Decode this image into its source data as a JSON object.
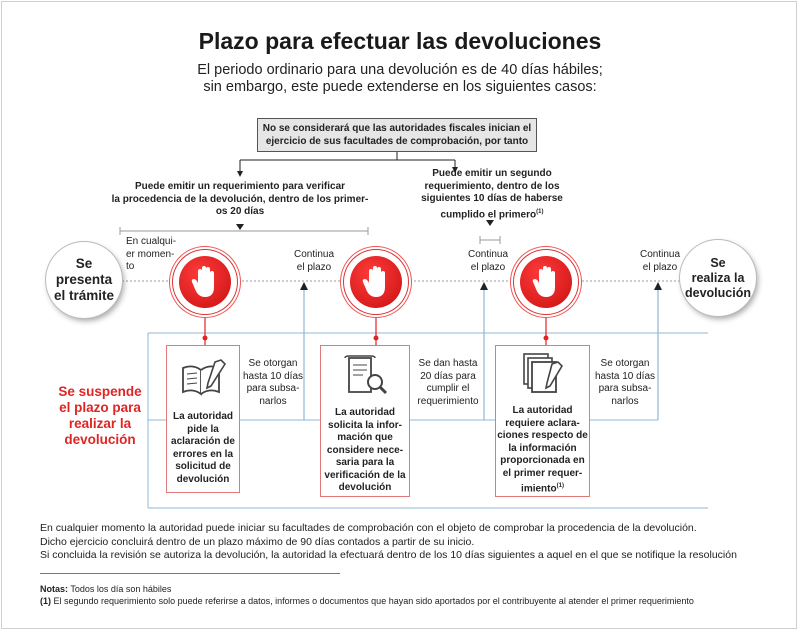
{
  "title": "Plazo para efectuar las devoluciones",
  "subtitle": [
    "El periodo ordinario para una devolución es de 40 días hábiles;",
    "sin embargo, este puede extenderse en los siguientes casos:"
  ],
  "topbox": [
    "No se considerará que las autoridades fiscales inician el",
    "ejercicio de sus facultades de comprobación, por tanto"
  ],
  "left_branch": [
    "Puede emitir un requerimiento para verificar",
    "la procedencia de la devolución, dentro de los primer-",
    "os 20 días"
  ],
  "right_branch": [
    "Puede emitir un segundo",
    "requerimiento, dentro de los",
    "siguientes 10 días de haberse",
    "cumplido el primero"
  ],
  "right_branch_sup": "(1)",
  "start_circle": [
    "Se",
    "presenta",
    "el trámite"
  ],
  "end_circle": [
    "Se",
    "realiza la",
    "devolución"
  ],
  "any_moment": [
    "En cualqui-",
    "er momen-",
    "to"
  ],
  "continue_1": [
    "Continua",
    "el plazo"
  ],
  "continue_2": [
    "Continua",
    "el plazo"
  ],
  "continue_3": [
    "Continua",
    "el plazo"
  ],
  "suspend": [
    "Se suspende",
    "el plazo para",
    "realizar la",
    "devolución"
  ],
  "card_1": [
    "La autoridad",
    "pide la",
    "aclaración de",
    "errores en la",
    "solicitud de",
    "devolución"
  ],
  "card_2": [
    "La autoridad",
    "solicita la infor-",
    "mación que",
    "considere nece-",
    "saria para la",
    "verificación de la",
    "devolución"
  ],
  "card_3": [
    "La autoridad",
    "requiere  aclara-",
    "ciones respecto de",
    "la información",
    "proporcionada en",
    "el primer requer-",
    "imiento"
  ],
  "card_3_sup": "(1)",
  "gap_1": [
    "Se otorgan",
    "hasta 10 días",
    "para subsa-",
    "narlos"
  ],
  "gap_2": [
    "Se dan hasta",
    "20 días para",
    "cumplir el",
    "requerimiento"
  ],
  "gap_3": [
    "Se otorgan",
    "hasta 10 días",
    "para subsa-",
    "narlos"
  ],
  "body_notes": [
    "En cualquier momento la autoridad puede iniciar su facultades de comprobación con el objeto de comprobar la procedencia de la devolución.",
    "Dicho ejercicio concluirá dentro de un plazo máximo de 90 días contados a partir de su inicio.",
    "Si concluida la revisión se autoriza la devolución, la autoridad la efectuará dentro de los 10 días siguientes a aquel en el que se notifique la resolución"
  ],
  "notes_label": "Notas:",
  "notes_text": " Todos los día son hábiles",
  "footnote_label": "(1)",
  "footnote_text": " El segundo requerimiento solo puede referirse a datos, informes o documentos que hayan sido aportados por el contribuyente al atender el primer requerimiento",
  "colors": {
    "accent_red": "#e02424",
    "line_blue": "#8fb7d6",
    "card_border": "#e07a7a"
  }
}
